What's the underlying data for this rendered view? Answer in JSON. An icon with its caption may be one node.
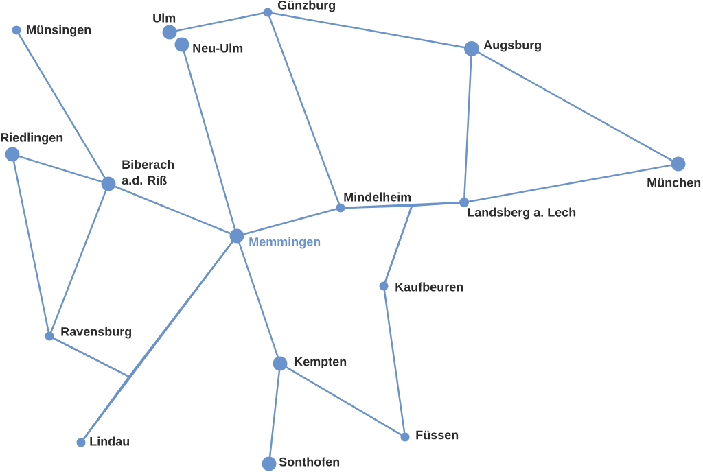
{
  "diagram": {
    "nodes": [
      {
        "text": [
          "Günzburg"
        ]
      },
      {
        "text": [
          "Ulm"
        ]
      },
      {
        "text": [
          "Münsingen"
        ]
      },
      {
        "text": [
          "Neu-Ulm"
        ]
      },
      {
        "text": [
          "Augsburg"
        ]
      },
      {
        "text": [
          "Riedlingen"
        ]
      },
      {
        "text": [
          "Biberach a.d. Riß"
        ]
      },
      {
        "text": [
          "München"
        ]
      },
      {
        "text": [
          "Mindelheim"
        ]
      },
      {
        "text": [
          "Landsberg a. Lech"
        ]
      },
      {
        "text": [
          "Memmingen"
        ]
      },
      {
        "text": [
          "Kaufbeuren"
        ]
      },
      {
        "text": [
          "Ravensburg"
        ]
      },
      {
        "text": [
          "Kempten"
        ]
      },
      {
        "text": [
          "Füssen"
        ]
      },
      {
        "text": [
          "Lindau"
        ]
      },
      {
        "text": [
          "Sonthofen"
        ]
      }
    ],
    "edges": [
      {
        "from": 1,
        "to": 0,
        "arrow": "none"
      },
      {
        "from": 0,
        "to": 4,
        "arrow": "none"
      },
      {
        "from": 0,
        "to": 8,
        "arrow": "none"
      },
      {
        "from": 4,
        "to": 7,
        "arrow": "none"
      },
      {
        "from": 4,
        "to": 9,
        "arrow": "none"
      },
      {
        "from": 9,
        "to": 7,
        "arrow": "none"
      },
      {
        "from": 2,
        "to": 6,
        "arrow": "none"
      },
      {
        "from": 3,
        "to": 10,
        "arrow": "none"
      },
      {
        "from": 5,
        "to": 6,
        "arrow": "none"
      },
      {
        "from": 5,
        "to": 12,
        "arrow": "none"
      },
      {
        "from": 6,
        "to": 10,
        "arrow": "none"
      },
      {
        "from": 6,
        "to": 12,
        "arrow": "none"
      },
      {
        "from": 10,
        "to": 8,
        "arrow": "none"
      },
      {
        "from": 8,
        "to": 9,
        "arrow": "none"
      },
      {
        "from": 11,
        "to": 8,
        "arrow": "none"
      },
      {
        "from": 11,
        "to": 9,
        "arrow": "none"
      },
      {
        "from": 10,
        "to": 13,
        "arrow": "none"
      },
      {
        "from": 10,
        "to": 15,
        "arrow": "none"
      },
      {
        "from": 12,
        "to": 10,
        "arrow": "none"
      },
      {
        "from": 12,
        "to": 15,
        "arrow": "none"
      },
      {
        "from": 13,
        "to": 16,
        "arrow": "none"
      },
      {
        "from": 13,
        "to": 14,
        "arrow": "none"
      },
      {
        "from": 11,
        "to": 14,
        "arrow": "none"
      }
    ]
  }
}
